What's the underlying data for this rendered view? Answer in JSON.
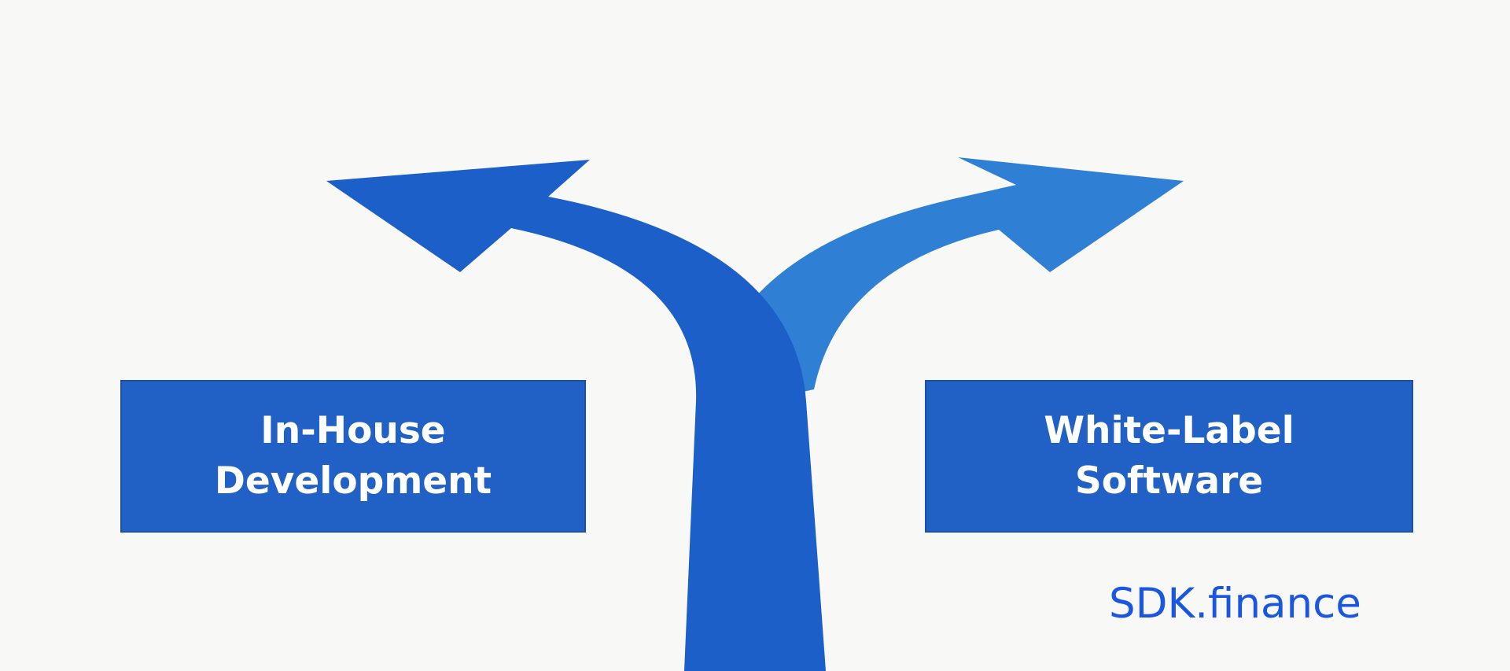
{
  "options": {
    "left": {
      "line1": "In-House",
      "line2": "Development"
    },
    "right": {
      "line1": "White-Label",
      "line2": "Software"
    }
  },
  "brand": {
    "name": "SDK.finance"
  },
  "colors": {
    "background": "#f8f8f7",
    "left_arrow": "#1d5fc8",
    "right_arrow": "#2f80d4",
    "box_fill": "#2160c4",
    "box_text": "#ffffff",
    "brand_text": "#1a56e0"
  },
  "icons": {
    "left_arrow": "fork-left-arrow-icon",
    "right_arrow": "fork-right-arrow-icon"
  }
}
